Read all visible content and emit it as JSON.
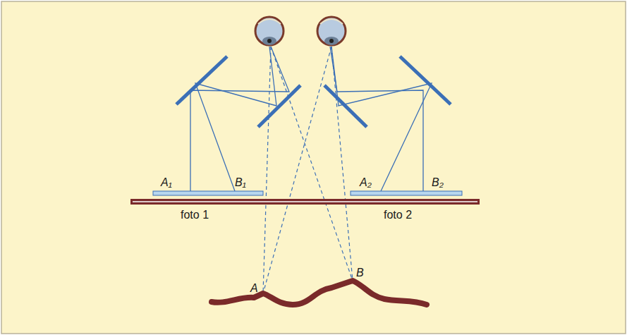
{
  "diagram": {
    "labels": [
      "A₁",
      "B₁",
      "A₂",
      "B₂",
      "foto 1",
      "foto 2",
      "A",
      "B"
    ]
  }
}
